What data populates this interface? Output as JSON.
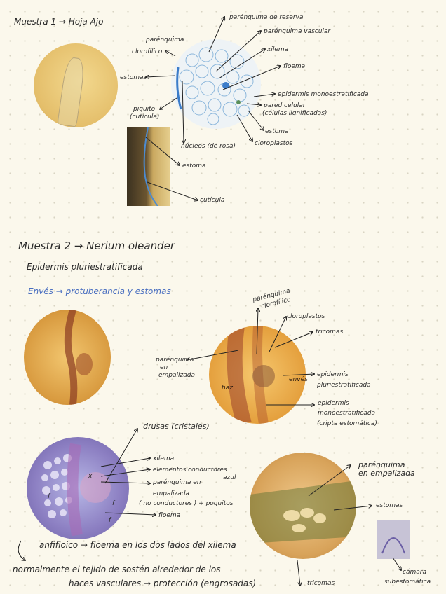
{
  "sample1": {
    "title": "Muestra 1 → Hoja Ajo",
    "labels": {
      "parenquima_reserva": "parénquima de reserva",
      "parenquima_vascular": "parénquima vascular",
      "xilema": "xilema",
      "floema": "floema",
      "epidermis_mono": "epidermis monoestratificada",
      "pared_celular": "pared celular",
      "celulas_lignificadas": "(células lignificadas)",
      "estoma": "estoma",
      "cloroplastos": "cloroplastos",
      "nucleos": "núcleos (de rosa)",
      "parenquima_clorofilico_1": "parénquima",
      "parenquima_clorofilico_2": "clorofílico",
      "estomas": "estomas",
      "piquito": "piquito",
      "cuticula_paren": "(cutícula)",
      "estoma_2": "estoma",
      "cuticula": "cutícula"
    }
  },
  "sample2": {
    "title": "Muestra 2 → Nerium oleander",
    "subtitle": "Epidermis pluriestratificada",
    "envés": "Envés → protuberancia y estomas",
    "labels": {
      "parenquima_clorofilico_1": "parénquima",
      "parenquima_clorofilico_2": "clorofílico",
      "cloroplastos": "cloroplastos",
      "tricomas": "tricomas",
      "parenquima_empalizada_1": "parénquima",
      "parenquima_empalizada_2": "en",
      "parenquima_empalizada_3": "empalizada",
      "haz": "haz",
      "enves_small": "envés",
      "epidermis_pluri_1": "epidermis",
      "epidermis_pluri_2": "pluriestratificada",
      "epidermis_mono_1": "epidermis",
      "epidermis_mono_2": "monoestratificada",
      "cripta": "(cripta estomática)",
      "drusas": "drusas (cristales)",
      "xilema": "xilema",
      "elementos_1": "elementos conductores",
      "elementos_2": "azul",
      "par_1": "parénquima en",
      "par_2": "empalizada",
      "par_3": "( no conductores ) + poquitos",
      "floema": "floema",
      "par_emp_r_1": "parénquima",
      "par_emp_r_2": "en empalizada",
      "estomas": "estomas",
      "camara_1": "cámara",
      "camara_2": "subestomática",
      "tricomas_b": "tricomas",
      "mark_x": "x",
      "mark_f1": "f",
      "mark_f2": "f",
      "mark_f3": "f"
    },
    "anfifloico": "anfifloico → floema en los dos lados del xilema",
    "note_1": "normalmente el tejido de sostén alrededor de los",
    "note_2": "haces vasculares → protección (engrosadas)"
  }
}
